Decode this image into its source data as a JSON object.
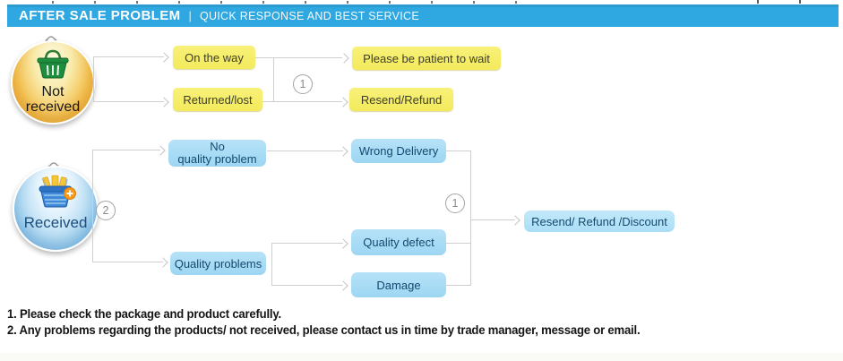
{
  "banner": {
    "title": "AFTER SALE PROBLEM",
    "separator": "|",
    "subtitle": "QUICK RESPONSE AND BEST SERVICE"
  },
  "flow_not_received": {
    "source_line1": "Not",
    "source_line2": "received",
    "causes": [
      "On the way",
      "Returned/lost"
    ],
    "step_number": "1",
    "outcomes": [
      "Please be patient to wait",
      "Resend/Refund"
    ]
  },
  "flow_received": {
    "source": "Received",
    "step_number": "2",
    "branch_top_line1": "No",
    "branch_top_line2": "quality problem",
    "branch_bottom": "Quality problems",
    "issues": [
      "Wrong Delivery",
      "Quality defect",
      "Damage"
    ],
    "merge_step_number": "1",
    "outcome": "Resend/ Refund /Discount"
  },
  "notes": [
    "1. Please check the package and product carefully.",
    "2. Any problems regarding the products/ not received, please contact us in time by trade manager, message or email."
  ],
  "colors": {
    "banner_bg": "#2fa7e0",
    "yellow_box": "#f5ed68",
    "blue_box": "#a9dcf5",
    "outcome_box": "#b9e5f8",
    "connector_line": "#cfcfcf",
    "received_text": "#1b4e7e",
    "note_text": "#141414"
  },
  "icons": {
    "not_received": "green-shopping-basket-icon",
    "received": "blue-shopping-basket-plus-icon"
  }
}
